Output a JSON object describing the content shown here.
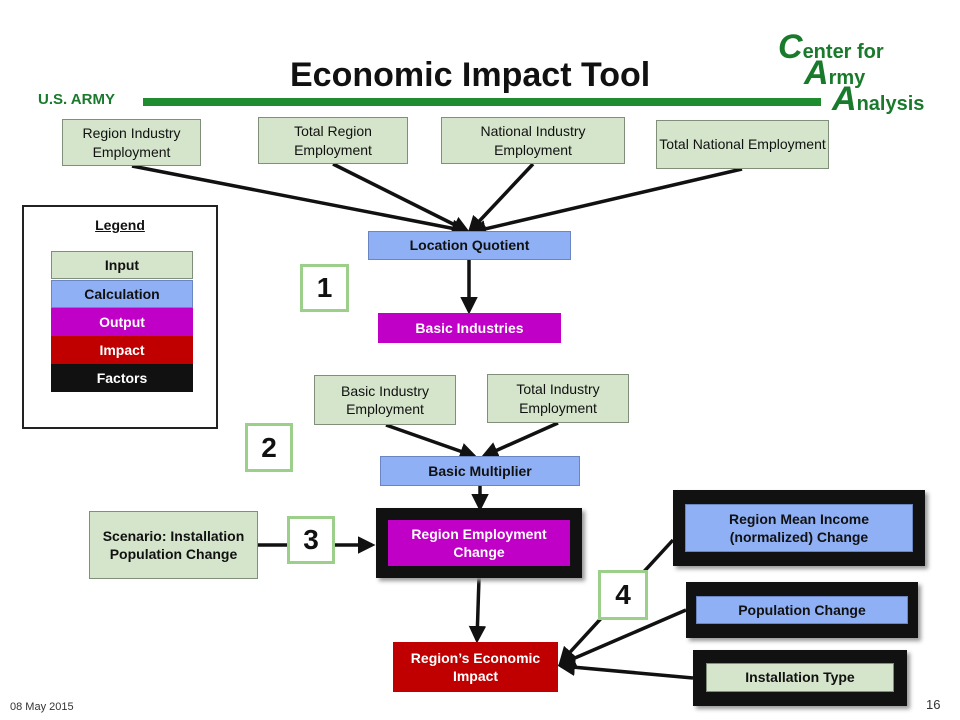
{
  "title": "Economic Impact Tool",
  "org_left": "U.S. ARMY",
  "logo": {
    "c_letter": "C",
    "c_rest": "enter for",
    "a1_letter": "A",
    "a1_rest": "rmy",
    "a2_letter": "A",
    "a2_rest": "nalysis"
  },
  "inputs_top": {
    "region_industry_employment": "Region Industry Employment",
    "total_region_employment": "Total Region Employment",
    "national_industry_employment": "National Industry Employment",
    "total_national_employment": "Total National Employment"
  },
  "location_quotient": "Location Quotient",
  "basic_industries": "Basic Industries",
  "basic_industry_employment": "Basic Industry Employment",
  "total_industry_employment": "Total Industry Employment",
  "basic_multiplier": "Basic Multiplier",
  "scenario": "Scenario: Installation Population Change",
  "region_employment_change": "Region Employment Change",
  "region_mean_income_change": "Region Mean Income (normalized) Change",
  "population_change": "Population Change",
  "installation_type": "Installation Type",
  "regions_economic_impact": "Region’s Economic Impact",
  "steps": [
    "1",
    "2",
    "3",
    "4"
  ],
  "legend": {
    "title": "Legend",
    "items": [
      "Input",
      "Calculation",
      "Output",
      "Impact",
      "Factors"
    ]
  },
  "colors": {
    "input": "#d5e5cb",
    "calculation": "#8fb0f5",
    "output": "#c000c7",
    "impact": "#c00000",
    "factors": "#111111",
    "army_green": "#1e8c2f"
  },
  "footer": {
    "date": "08 May 2015",
    "page": "16"
  }
}
